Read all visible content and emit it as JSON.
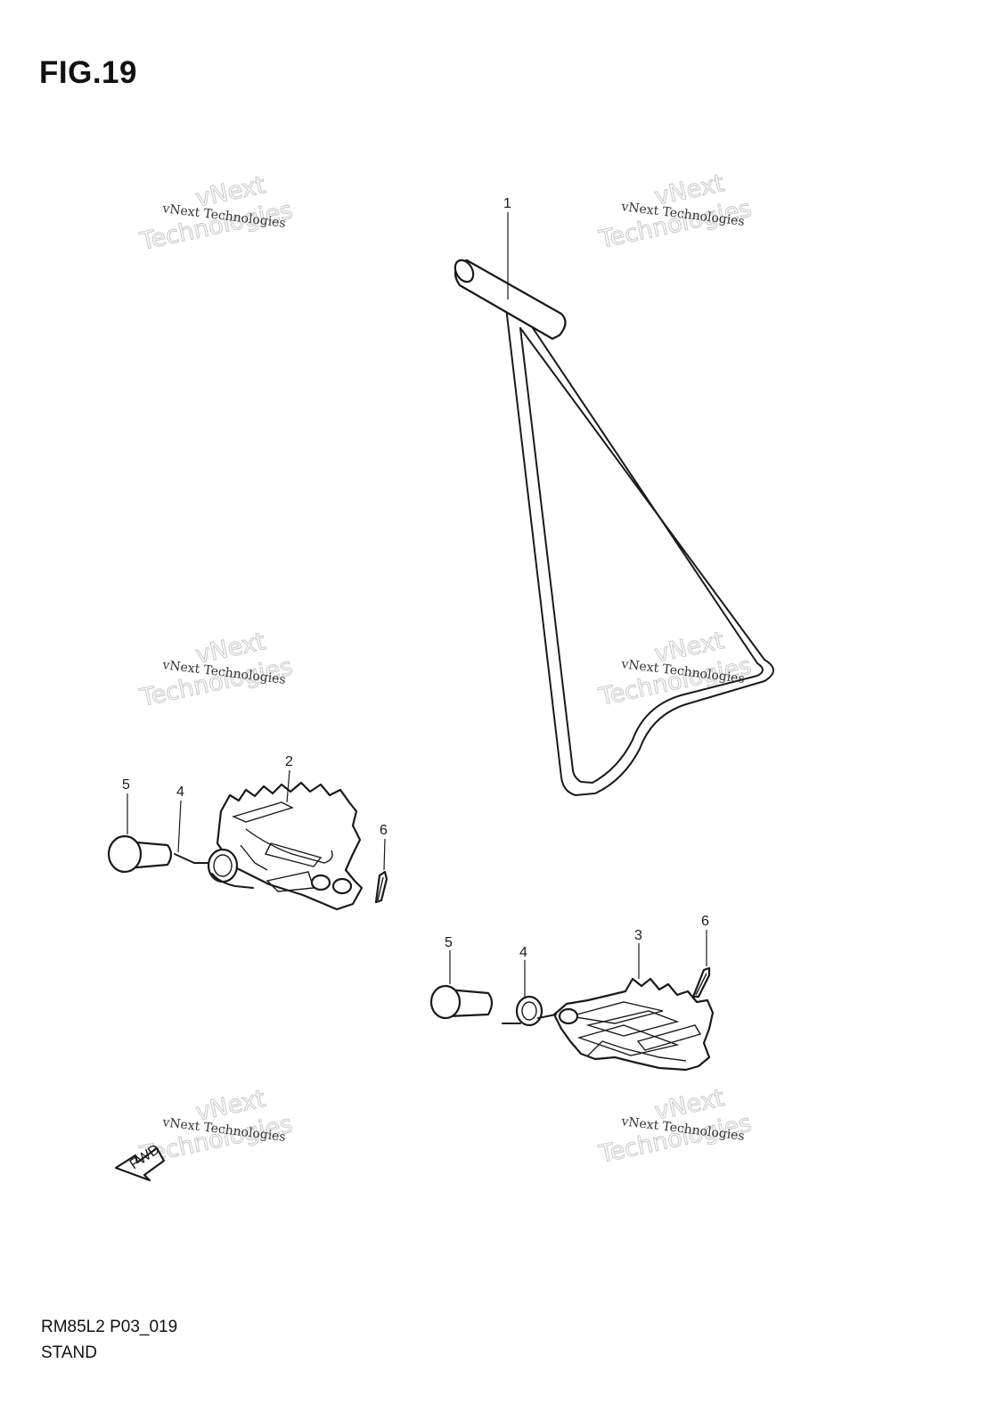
{
  "figure": {
    "title": "FIG.19",
    "drawing_code": "RM85L2 P03_019",
    "name": "STAND"
  },
  "callouts": [
    "1",
    "2",
    "3",
    "4",
    "5",
    "6",
    "4",
    "5",
    "6"
  ],
  "watermark": {
    "small": "vNext Technologies",
    "big_line1": "vNext",
    "big_line2": "Technologies"
  },
  "direction_marker": "FWD"
}
